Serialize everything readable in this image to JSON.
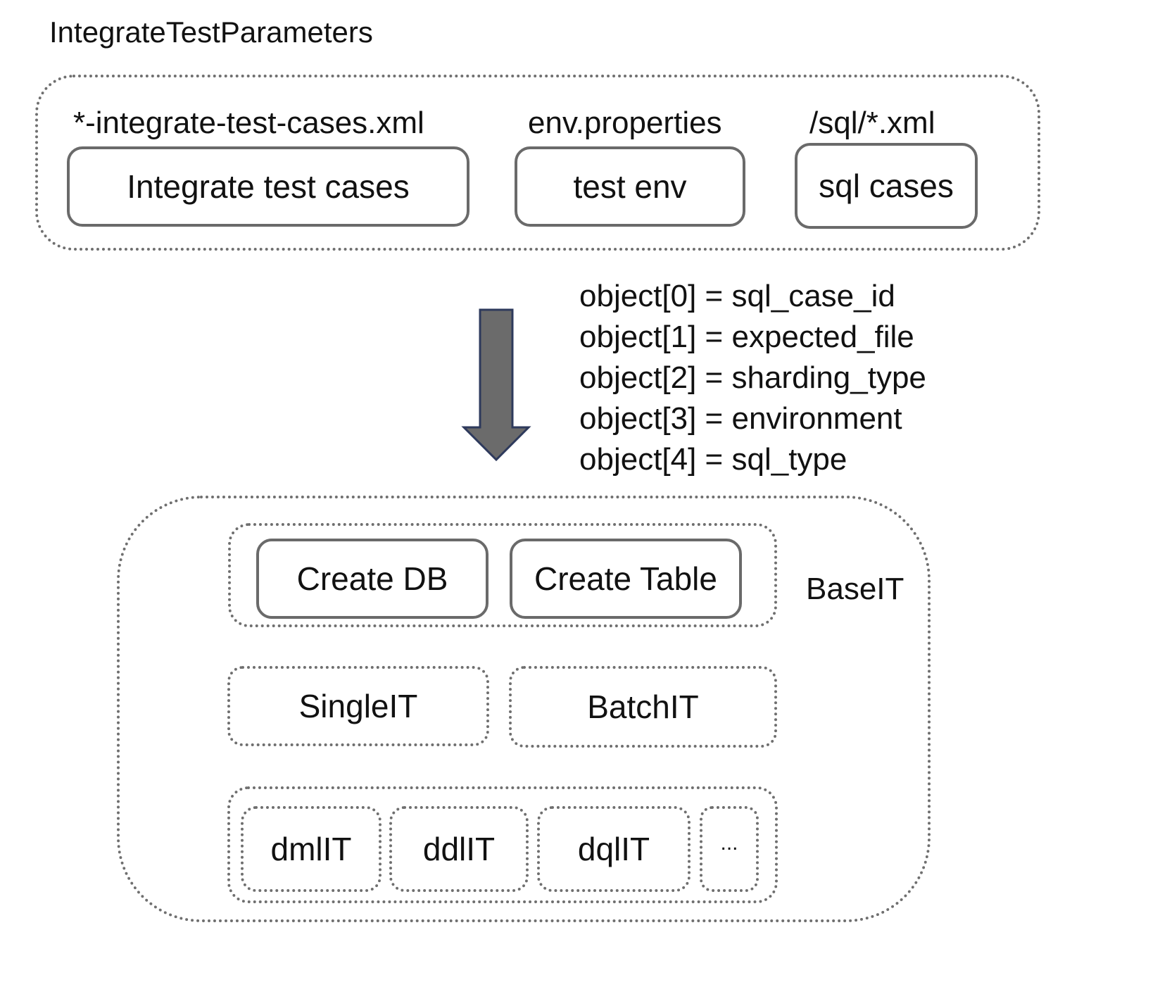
{
  "title": "IntegrateTestParameters",
  "sources": [
    {
      "file": "*-integrate-test-cases.xml",
      "label": "Integrate test cases"
    },
    {
      "file": "env.properties",
      "label": "test env"
    },
    {
      "file": "/sql/*.xml",
      "label": "sql cases"
    }
  ],
  "parameters": [
    "object[0] = sql_case_id",
    "object[1] = expected_file",
    "object[2] = sharding_type",
    "object[3] = environment",
    "object[4] = sql_type"
  ],
  "base_it": {
    "label": "BaseIT",
    "steps": [
      "Create DB",
      "Create Table"
    ]
  },
  "runners": [
    "SingleIT",
    "BatchIT"
  ],
  "types": [
    "dmlIT",
    "ddlIT",
    "dqlIT",
    "..."
  ],
  "colors": {
    "arrow_fill": "#6b6b6b",
    "arrow_stroke": "#2e3a5c",
    "border": "#6f6f6f"
  }
}
